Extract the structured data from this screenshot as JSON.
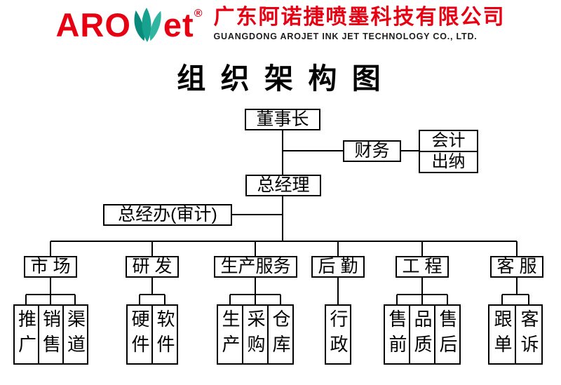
{
  "header": {
    "logo_aro": "ARO",
    "logo_et": "et",
    "logo_reg": "®",
    "company_cn": "广东阿诺捷喷墨科技有限公司",
    "company_en": "GUANGDONG AROJET INK JET TECHNOLOGY CO., LTD.",
    "brand_red": "#e60012",
    "leaf_teal": "#16a28e"
  },
  "title": "组 织 架 构 图",
  "org": {
    "chairman": "董事长",
    "finance": "财务",
    "accounting": "会计",
    "cashier": "出纳",
    "general_manager": "总经理",
    "gm_office": "总经办(审计)",
    "departments": [
      {
        "label": "市 场",
        "children": [
          "推广",
          "销售",
          "渠道"
        ]
      },
      {
        "label": "研 发",
        "children": [
          "硬件",
          "软件"
        ]
      },
      {
        "label": "生产服务",
        "children": [
          "生产",
          "采购",
          "仓库"
        ]
      },
      {
        "label": "后 勤",
        "children": [
          "行政"
        ]
      },
      {
        "label": "工 程",
        "children": [
          "售前",
          "品质",
          "售后"
        ]
      },
      {
        "label": "客 服",
        "children": [
          "跟单",
          "客诉"
        ]
      }
    ]
  }
}
